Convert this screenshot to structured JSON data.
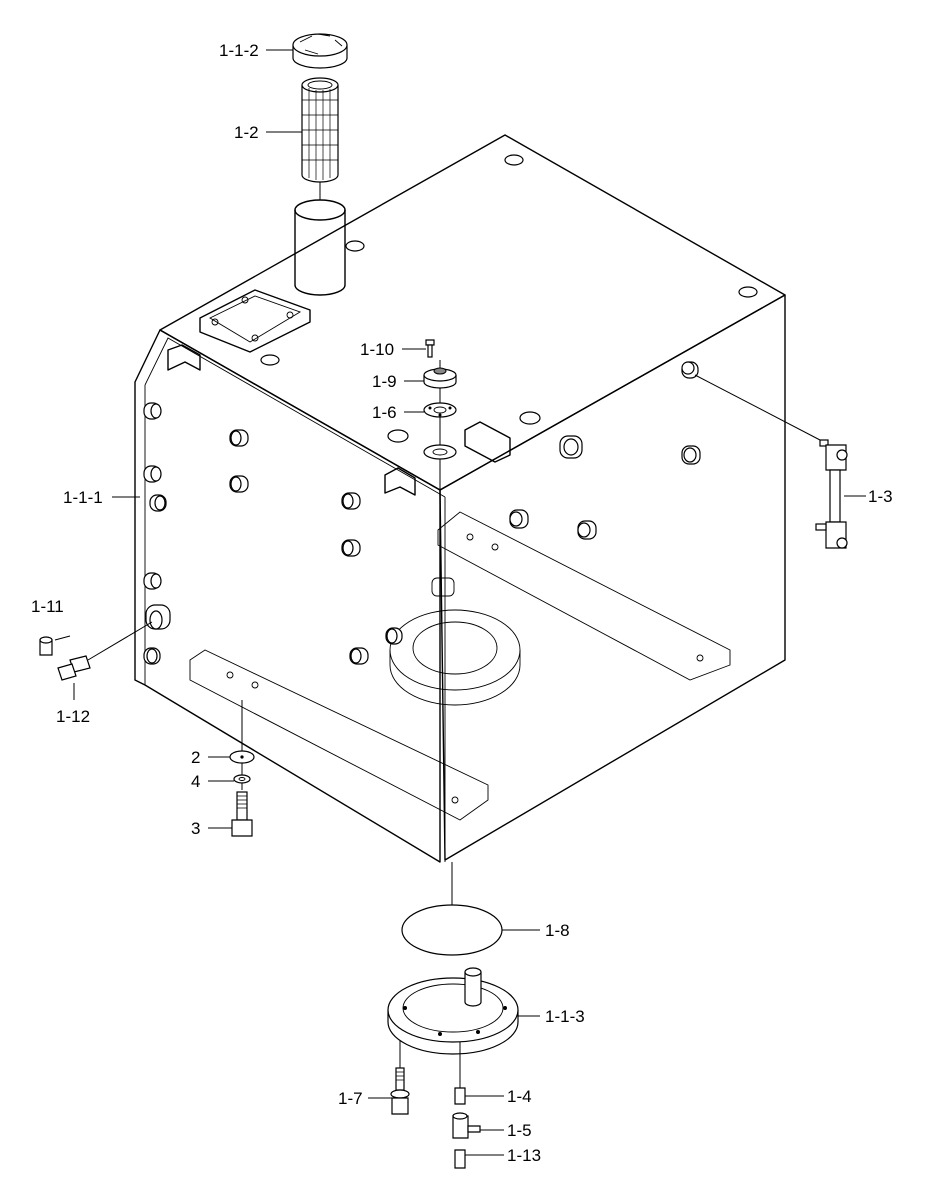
{
  "labels": {
    "cap": "1-1-2",
    "strainer": "1-2",
    "air_breather_bolt": "1-10",
    "cover_plate": "1-9",
    "gasket_top": "1-6",
    "tank_body": "1-1-1",
    "level_gauge": "1-3",
    "plug": "1-11",
    "fitting": "1-12",
    "washer_large": "2",
    "washer_small": "4",
    "bolt": "3",
    "gasket_bottom": "1-8",
    "bottom_cover": "1-1-3",
    "drain_bolt": "1-7",
    "nipple": "1-4",
    "drain_valve": "1-5",
    "hose_nipple": "1-13"
  }
}
